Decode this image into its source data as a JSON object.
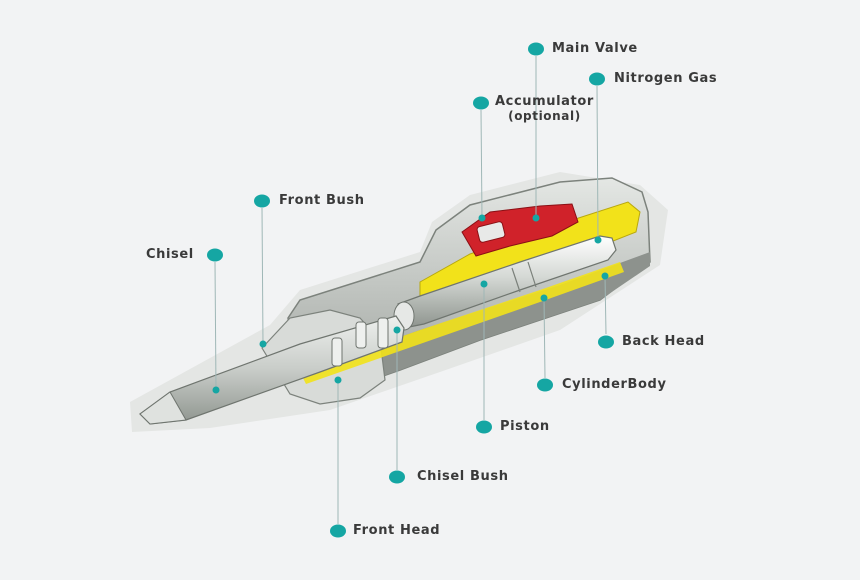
{
  "colors": {
    "accent": "#15a6a3",
    "steel": "#c9cdc9",
    "yellow": "#f2e21a",
    "red": "#d0222a",
    "body_shadow": "#8c918d",
    "text": "#3a3a3a"
  },
  "labels": {
    "main_valve": "Main Valve",
    "nitrogen_gas": "Nitrogen Gas",
    "accumulator": "Accumulator",
    "accumulator_note": "(optional)",
    "front_bush": "Front Bush",
    "chisel": "Chisel",
    "back_head": "Back Head",
    "cylinder_body": "CylinderBody",
    "piston": "Piston",
    "chisel_bush": "Chisel Bush",
    "front_head": "Front Head"
  }
}
